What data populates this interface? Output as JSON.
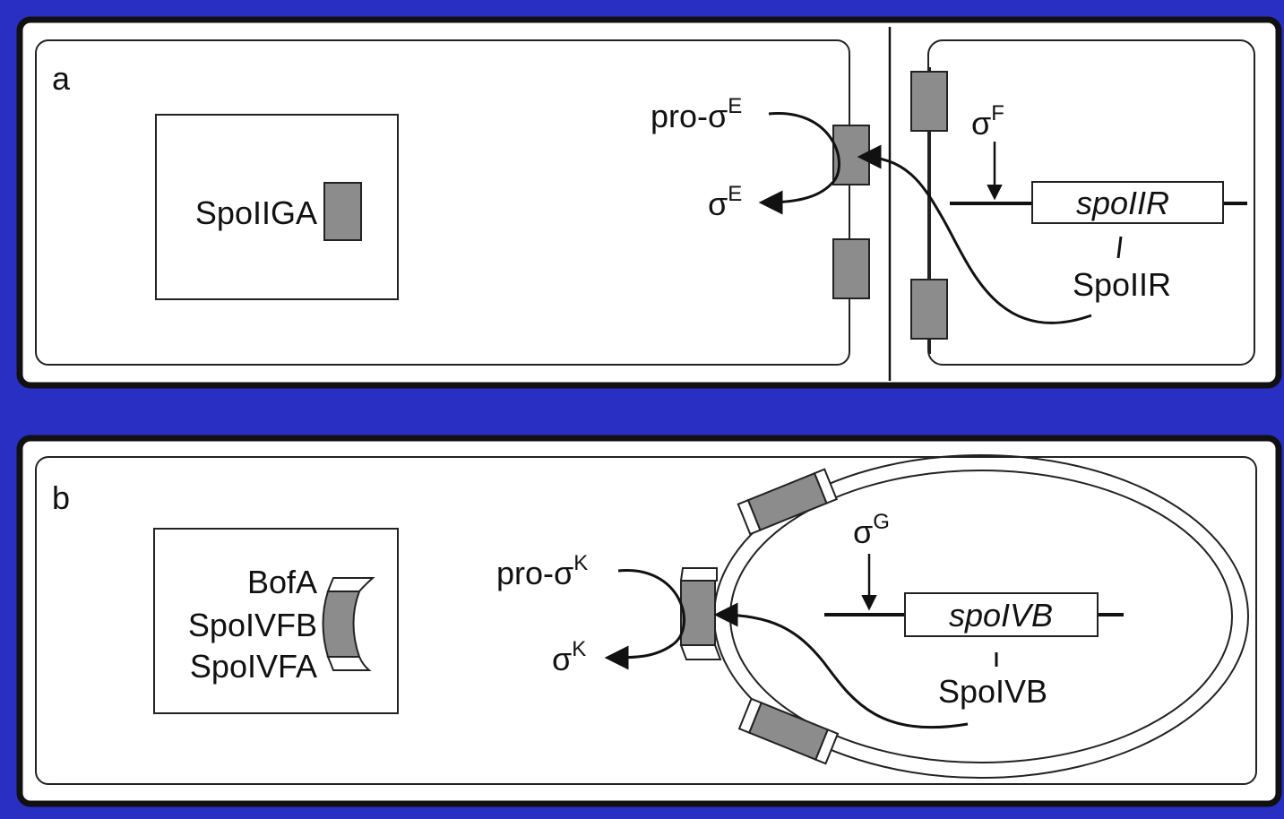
{
  "colors": {
    "background": "#2a2fc4",
    "panel_fill": "#ffffff",
    "protein_fill": "#8c8c8c",
    "stroke": "#111111"
  },
  "panel_a": {
    "letter": "a",
    "mother_cell_protein": "SpoIIGA",
    "pro_sigma_prefix": "pro-σ",
    "pro_sigma_sup": "E",
    "sigma": "σ",
    "sigma_sup": "E",
    "forespore_sigma": "σ",
    "forespore_sigma_sup": "F",
    "gene": "spoIIR",
    "gene_product": "SpoIIR"
  },
  "panel_b": {
    "letter": "b",
    "complex_labels": [
      "BofA",
      "SpoIVFB",
      "SpoIVFA"
    ],
    "pro_sigma_prefix": "pro-σ",
    "pro_sigma_sup": "K",
    "sigma": "σ",
    "sigma_sup": "K",
    "forespore_sigma": "σ",
    "forespore_sigma_sup": "G",
    "gene": "spoIVB",
    "gene_product": "SpoIVB"
  }
}
